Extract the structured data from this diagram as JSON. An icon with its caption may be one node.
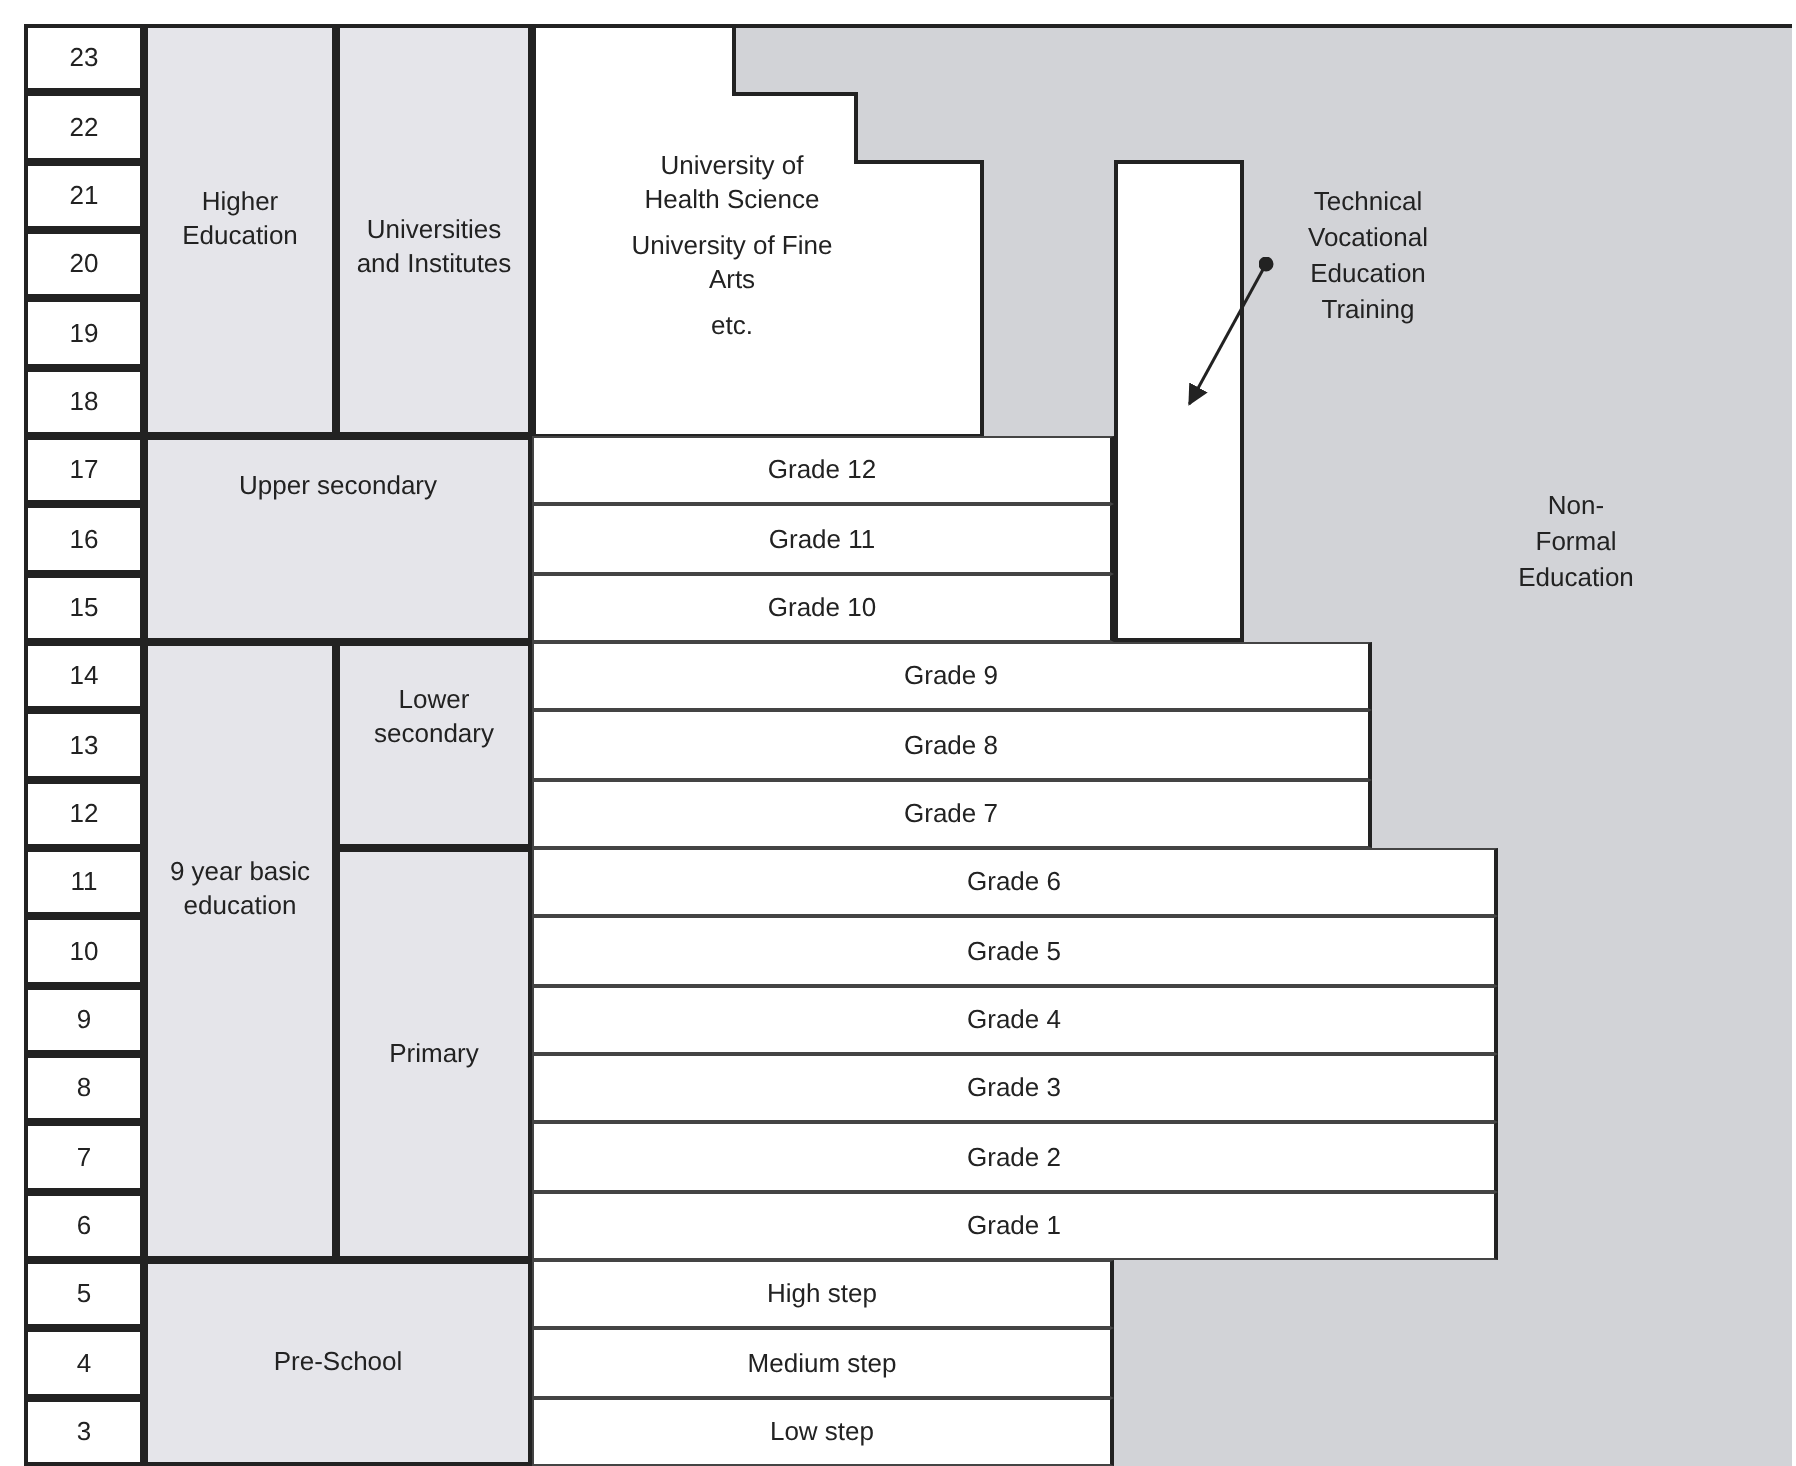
{
  "diagram": {
    "nodes": [
      {
        "text": [
          "23"
        ]
      },
      {
        "text": [
          "22"
        ]
      },
      {
        "text": [
          "21"
        ]
      },
      {
        "text": [
          "20"
        ]
      },
      {
        "text": [
          "19"
        ]
      },
      {
        "text": [
          "18"
        ]
      },
      {
        "text": [
          "17"
        ]
      },
      {
        "text": [
          "16"
        ]
      },
      {
        "text": [
          "15"
        ]
      },
      {
        "text": [
          "14"
        ]
      },
      {
        "text": [
          "13"
        ]
      },
      {
        "text": [
          "12"
        ]
      },
      {
        "text": [
          "11"
        ]
      },
      {
        "text": [
          "10"
        ]
      },
      {
        "text": [
          "9"
        ]
      },
      {
        "text": [
          "8"
        ]
      },
      {
        "text": [
          "7"
        ]
      },
      {
        "text": [
          "6"
        ]
      },
      {
        "text": [
          "5"
        ]
      },
      {
        "text": [
          "4"
        ]
      },
      {
        "text": [
          "3"
        ]
      },
      {
        "text": [
          "Higher Education"
        ]
      },
      {
        "text": [
          "Universities and Institutes"
        ]
      },
      {
        "text": [
          "University of Health Science",
          "University of Fine Arts",
          "etc."
        ],
        "in": 26
      },
      {
        "text": [
          "Technical Vocational Education Training"
        ],
        "in": 26
      },
      {
        "text": [],
        "shape": "box",
        "in": 26
      },
      {
        "text": [
          "Non-Formal Education"
        ]
      },
      {
        "text": [
          "Upper secondary"
        ]
      },
      {
        "text": [
          "Grade 12"
        ],
        "in": 26
      },
      {
        "text": [
          "Grade 11"
        ],
        "in": 26
      },
      {
        "text": [
          "Grade 10"
        ],
        "in": 26
      },
      {
        "text": [
          "9 year basic education"
        ]
      },
      {
        "text": [
          "Lower secondary"
        ]
      },
      {
        "text": [
          "Grade 9"
        ],
        "in": 26
      },
      {
        "text": [
          "Grade 8"
        ],
        "in": 26
      },
      {
        "text": [
          "Grade 7"
        ],
        "in": 26
      },
      {
        "text": [
          "Primary"
        ]
      },
      {
        "text": [
          "Grade 6"
        ],
        "in": 26
      },
      {
        "text": [
          "Grade 5"
        ],
        "in": 26
      },
      {
        "text": [
          "Grade 4"
        ],
        "in": 26
      },
      {
        "text": [
          "Grade 3"
        ],
        "in": 26
      },
      {
        "text": [
          "Grade 2"
        ],
        "in": 26
      },
      {
        "text": [
          "Grade 1"
        ],
        "in": 26
      },
      {
        "text": [
          "Pre-School"
        ]
      },
      {
        "text": [
          "High step"
        ],
        "in": 26
      },
      {
        "text": [
          "Medium step"
        ],
        "in": 26
      },
      {
        "text": [
          "Low step"
        ],
        "in": 26
      }
    ],
    "edges": [
      {
        "from": 24,
        "to": 25,
        "arrow": "to"
      }
    ]
  }
}
